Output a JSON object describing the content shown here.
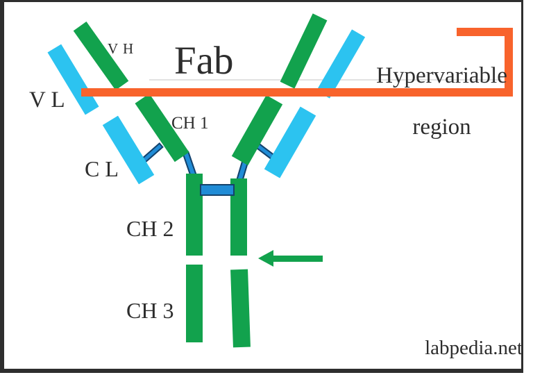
{
  "diagram": {
    "labels": {
      "vh": "V H",
      "vl": "V L",
      "ch1": "CH 1",
      "cl": "C L",
      "ch2": "CH 2",
      "ch3": "CH 3",
      "fab": "Fab",
      "hypervariable_line1": "Hypervariable",
      "hypervariable_line2": "region"
    },
    "watermark": "labpedia.net",
    "colors": {
      "heavy_chain_green": "#12a24d",
      "light_chain_cyan": "#2cc3f0",
      "disulfide_bond_blue": "#208cd6",
      "disulfide_bond_outline": "#15426b",
      "fab_bracket_orange": "#f8632c",
      "arrow_green": "#12a24d",
      "text": "#2d2d2d",
      "frame": "#2e2e2e"
    }
  }
}
